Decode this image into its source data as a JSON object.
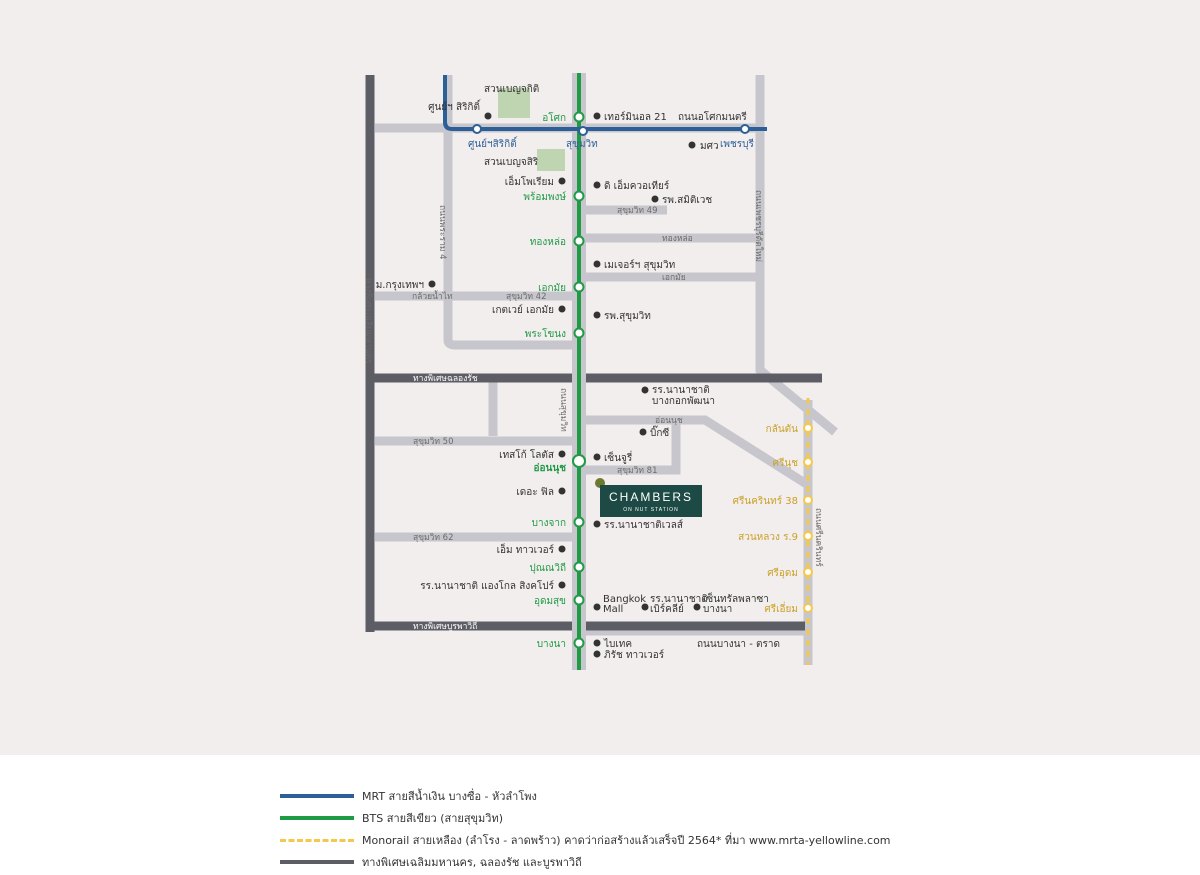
{
  "brand": {
    "name": "CHAMBERS",
    "tagline": "ON NUT STATION",
    "color": "#1e4a45"
  },
  "colors": {
    "mrt": "#2c5f97",
    "bts": "#1f9a45",
    "monorail": "#f2c94c",
    "expressway": "#5d5d66",
    "road": "#c6c6cc",
    "park": "#bfd4b1"
  },
  "map": {
    "parks": [
      "สวนเบญจกิติ",
      "สวนเบญจสิริ"
    ],
    "bts_stations": [
      "อโศก",
      "พร้อมพงษ์",
      "ทองหล่อ",
      "เอกมัย",
      "พระโขนง",
      "อ่อนนุช",
      "บางจาก",
      "ปุณณวิถี",
      "อุดมสุข",
      "บางนา"
    ],
    "mrt_stations": [
      "ศูนย์ฯสิริกิติ์",
      "สุขุมวิท",
      "เพชรบุรี"
    ],
    "monorail_stations": [
      "กลันตัน",
      "ศรีนุช",
      "ศรีนครินทร์ 38",
      "สวนหลวง ร.9",
      "ศรีอุดม",
      "ศรีเอี่ยม"
    ],
    "landmarks": {
      "sirikit": "ศูนย์ฯ สิริกิติ์",
      "terminal21": "เทอร์มินอล 21",
      "asok_montri": "ถนนอโศกมนตรี",
      "swu": "มศว",
      "emporium": "เอ็มโพเรียม",
      "emquartier": "ดิ เอ็มควอเทียร์",
      "samitivej": "รพ.สมิติเวช",
      "major": "เมเจอร์ฯ สุขุมวิท",
      "bu": "ม.กรุงเทพฯ",
      "gateway": "เกตเวย์ เอกมัย",
      "sukhumvit_hosp": "รพ.สุขุมวิท",
      "nist": "รร.นานาชาติ",
      "nist2": "บางกอกพัฒนา",
      "bigc": "บิ๊กซี",
      "tesco": "เทสโก้ โลตัส",
      "century": "เซ็นจูรี่",
      "thefill": "เดอะ ฟิล",
      "wells": "รร.นานาชาติเวลส์",
      "mtower": "เอ็ม ทาวเวอร์",
      "angloSing": "รร.นานาชาติ แองโกล สิงคโปร์",
      "bkkmall1": "Bangkok",
      "bkkmall2": "Mall",
      "berkeley1": "รร.นานาชาติ",
      "berkeley2": "เบิร์คลีย์",
      "central1": "เซ็นทรัลพลาซา",
      "central2": "บางนา",
      "bitec": "ไบเทค",
      "bitower": "ภิรัช ทาวเวอร์"
    },
    "roads": {
      "sukhumvit49": "สุขุมวิท 49",
      "thonglor": "ทองหล่อ",
      "ekkamai": "เอกมัย",
      "sukhumvit42": "สุขุมวิท 42",
      "kluaynamthai": "กล้วยน้ำไท",
      "rama4": "ถนนพระราม 4",
      "phetchaburi": "ถนนเพชรบุรีตัดใหม่",
      "chalermmahanakhon": "ทางพิเศษเฉลิมมหานคร",
      "chalongrat": "ทางพิเศษฉลองรัช",
      "sukhumvit_road": "ถนนสุขุมวิท",
      "onnut_road": "อ่อนนุช",
      "sukhumvit50": "สุขุมวิท 50",
      "sukhumvit81": "สุขุมวิท 81",
      "sukhumvit62": "สุขุมวิท 62",
      "burapha": "ทางพิเศษบูรพาวิถี",
      "bangna_trat": "ถนนบางนา - ตราด",
      "srinakarin": "ถนนศรีนครินทร์"
    }
  },
  "legend": [
    {
      "color": "#2c5f97",
      "style": "solid",
      "label": "MRT สายสีน้ำเงิน บางซื่อ - หัวลำโพง"
    },
    {
      "color": "#1f9a45",
      "style": "solid",
      "label": "BTS สายสีเขียว (สายสุขุมวิท)"
    },
    {
      "color": "#f2c94c",
      "style": "dashed",
      "label": "Monorail สายเหลือง (ลำโรง - ลาดพร้าว) คาดว่าก่อสร้างแล้วเสร็จปี 2564* ที่มา www.mrta-yellowline.com"
    },
    {
      "color": "#5d5d66",
      "style": "solid",
      "label": "ทางพิเศษเฉลิมมหานคร, ฉลองรัช และบูรพาวิถี"
    }
  ]
}
